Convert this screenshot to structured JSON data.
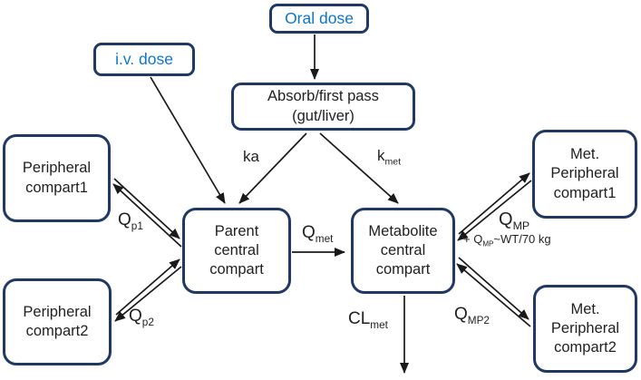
{
  "colors": {
    "box_border": "#1f3864",
    "dose_text": "#0d76c9",
    "text": "#1f1f1f",
    "arrow": "#1a1a1a",
    "background": "#ffffff"
  },
  "boxes": {
    "oral_dose": {
      "label": "Oral dose"
    },
    "iv_dose": {
      "label": "i.v. dose"
    },
    "absorb": {
      "lines": [
        "Absorb/first pass",
        "(gut/liver)"
      ]
    },
    "peripheral1": {
      "lines": [
        "Peripheral",
        "compart1"
      ]
    },
    "peripheral2": {
      "lines": [
        "Peripheral",
        "compart2"
      ]
    },
    "parent_central": {
      "lines": [
        "Parent",
        "central",
        "compart"
      ]
    },
    "metabolite_central": {
      "lines": [
        "Metabolite",
        "central",
        "compart"
      ]
    },
    "met_peripheral1": {
      "lines": [
        "Met.",
        "Peripheral",
        "compart1"
      ]
    },
    "met_peripheral2": {
      "lines": [
        "Met.",
        "Peripheral",
        "compart2"
      ]
    }
  },
  "labels": {
    "ka": {
      "text": "ka"
    },
    "kmet": {
      "main": "k",
      "sub": "met"
    },
    "qmet": {
      "main": "Q",
      "sub": "met"
    },
    "qp1": {
      "main": "Q",
      "sub": "p1"
    },
    "qp2": {
      "main": "Q",
      "sub": "p2"
    },
    "qmp": {
      "main": "Q",
      "sub": "MP"
    },
    "qmp_wt": {
      "pre": "+ Q",
      "sub": "MP",
      "post": "~WT/70 kg"
    },
    "qmp2": {
      "main": "Q",
      "sub": "MP2"
    },
    "clmet": {
      "main": "CL",
      "sub": "met"
    }
  }
}
